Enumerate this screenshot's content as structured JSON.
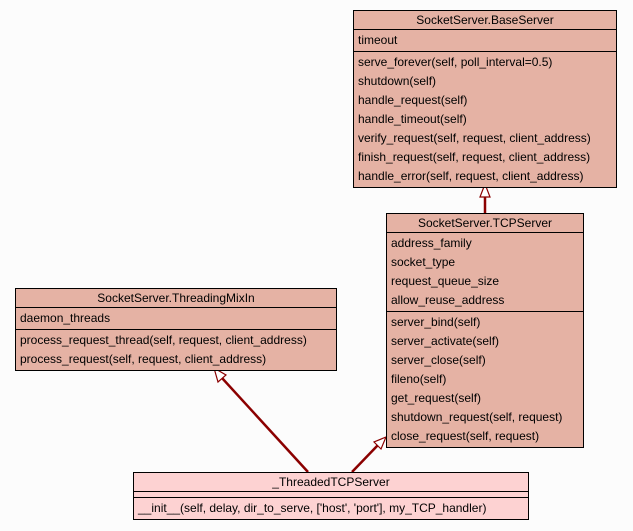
{
  "classes": {
    "base_server": {
      "name": "SocketServer.BaseServer",
      "attributes": [
        "timeout"
      ],
      "methods": [
        "serve_forever(self, poll_interval=0.5)",
        "shutdown(self)",
        "handle_request(self)",
        "handle_timeout(self)",
        "verify_request(self, request, client_address)",
        "finish_request(self, request, client_address)",
        "handle_error(self, request, client_address)"
      ]
    },
    "tcp_server": {
      "name": "SocketServer.TCPServer",
      "attributes": [
        "address_family",
        "socket_type",
        "request_queue_size",
        "allow_reuse_address"
      ],
      "methods": [
        "server_bind(self)",
        "server_activate(self)",
        "server_close(self)",
        "fileno(self)",
        "get_request(self)",
        "shutdown_request(self, request)",
        "close_request(self, request)"
      ]
    },
    "threading_mixin": {
      "name": "SocketServer.ThreadingMixIn",
      "attributes": [
        "daemon_threads"
      ],
      "methods": [
        "process_request_thread(self, request, client_address)",
        "process_request(self, request, client_address)"
      ]
    },
    "threaded_tcp_server": {
      "name": "_ThreadedTCPServer",
      "attributes": [],
      "methods": [
        "__init__(self, delay, dir_to_serve, ['host', 'port'], my_TCP_handler)"
      ]
    }
  },
  "inheritance": [
    {
      "child": "SocketServer.TCPServer",
      "parent": "SocketServer.BaseServer"
    },
    {
      "child": "_ThreadedTCPServer",
      "parent": "SocketServer.ThreadingMixIn"
    },
    {
      "child": "_ThreadedTCPServer",
      "parent": "SocketServer.TCPServer"
    }
  ],
  "colors": {
    "class_fill": "#e5b2a4",
    "subclass_fill": "#fdd2d2",
    "edge": "#8b0000"
  }
}
